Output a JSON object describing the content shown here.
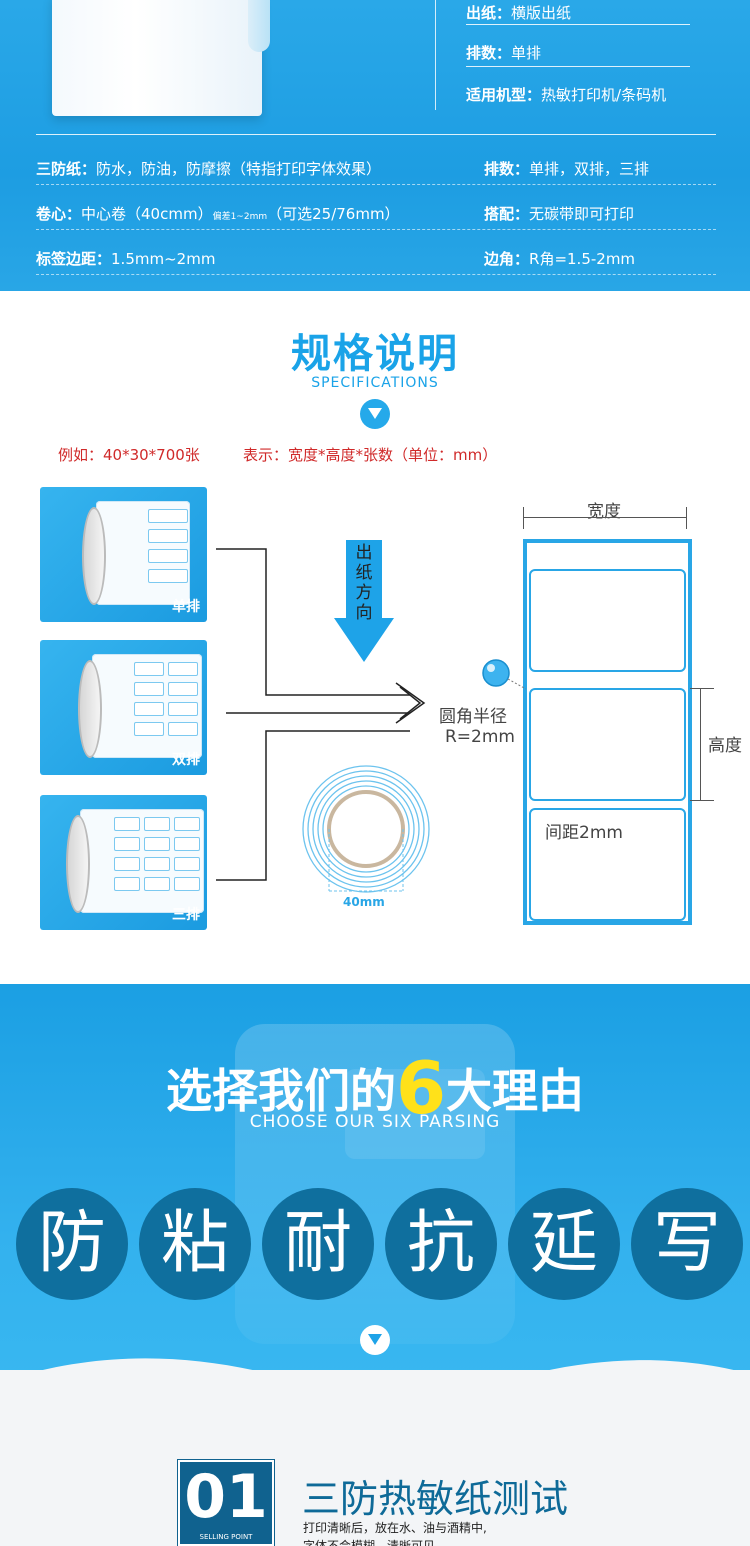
{
  "top": {
    "right_specs": [
      {
        "key": "出纸：",
        "value": "横版出纸"
      },
      {
        "key": "排数：",
        "value": "单排"
      },
      {
        "key": "适用机型：",
        "value": "热敏打印机/条码机"
      }
    ],
    "left_specs": [
      {
        "key": "三防纸：",
        "value": "防水，防油，防摩擦（特指打印字体效果）"
      },
      {
        "key": "卷心：",
        "value": "中心卷（40cmm）",
        "small": "偏差1~2mm",
        "after": "（可选25/76mm）"
      },
      {
        "key": "标签边距：",
        "value": "1.5mm~2mm"
      }
    ],
    "mid_specs": [
      {
        "key": "排数：",
        "value": "单排，双排，三排"
      },
      {
        "key": "搭配：",
        "value": "无碳带即可打印"
      },
      {
        "key": "边角：",
        "value": "R角=1.5-2mm"
      }
    ]
  },
  "spec": {
    "title": "规格说明",
    "subtitle": "SPECIFICATIONS",
    "example": "例如：40*30*700张",
    "meaning": "表示：宽度*高度*张数（单位：mm）",
    "roll_labels": [
      "单排",
      "双排",
      "三排"
    ],
    "direction": [
      "出",
      "纸",
      "方",
      "向"
    ],
    "core_size": "40mm",
    "width_label": "宽度",
    "height_label": "高度",
    "corner_label": "圆角半径",
    "corner_value": "R=2mm",
    "gap_label": "间距2mm"
  },
  "six": {
    "title_a": "选择我们的",
    "title_num": "6",
    "title_b": "大理由",
    "subtitle": "CHOOSE OUR SIX PARSING",
    "reasons": [
      "防",
      "粘",
      "耐",
      "抗",
      "延",
      "写"
    ]
  },
  "selling": {
    "number": "01",
    "label": "SELLING POINT",
    "title": "三防热敏纸测试",
    "body_1": "打印清晰后，放在水、油与酒精中,",
    "body_2": "字体不会模糊，清晰可见"
  },
  "colors": {
    "accent": "#1aa3e8",
    "dark": "#0f6f9e",
    "note": "#d02a2a",
    "highlight": "#ffe11a"
  }
}
